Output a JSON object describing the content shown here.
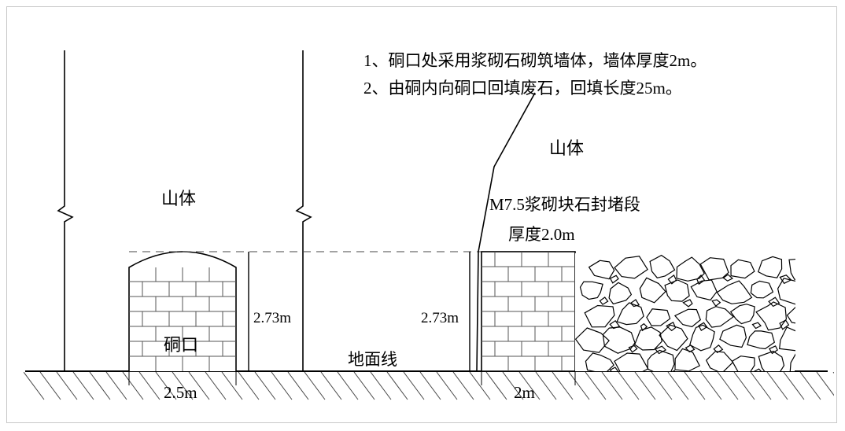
{
  "notes": [
    "1、硐口处采用浆砌石砌筑墙体，墙体厚度2m。",
    "2、由硐内向硐口回填废石，回填长度25m。"
  ],
  "left_section": {
    "mountain_label": "山体",
    "opening_label": "硐口",
    "height_label": "2.73m",
    "width_label": "2.5m"
  },
  "ground_label": "地面线",
  "right_section": {
    "mountain_label": "山体",
    "plug_label_line1": "M7.5浆砌块石封堵段",
    "plug_label_line2": "厚度2.0m",
    "height_label": "2.73m",
    "width_label": "2m"
  }
}
